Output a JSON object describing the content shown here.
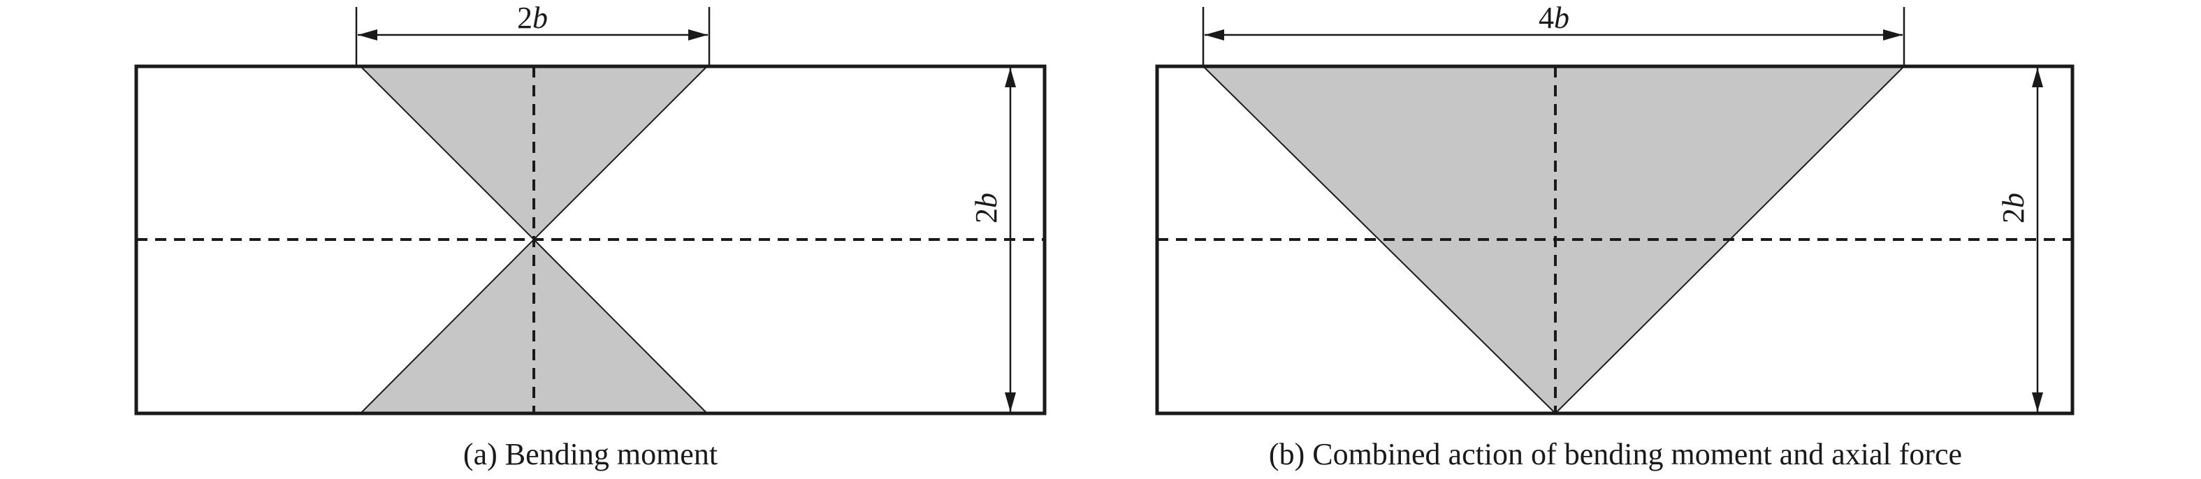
{
  "panel_a": {
    "width_label": {
      "num": "2",
      "var": "b"
    },
    "height_label": {
      "num": "2",
      "var": "b"
    },
    "caption": "(a) Bending moment"
  },
  "panel_b": {
    "width_label": {
      "num": "4",
      "var": "b"
    },
    "height_label": {
      "num": "2",
      "var": "b"
    },
    "caption": "(b) Combined action of bending moment and axial force"
  },
  "colors": {
    "shaded_region": "#c6c6c6",
    "lines": "#1a1a1a"
  }
}
